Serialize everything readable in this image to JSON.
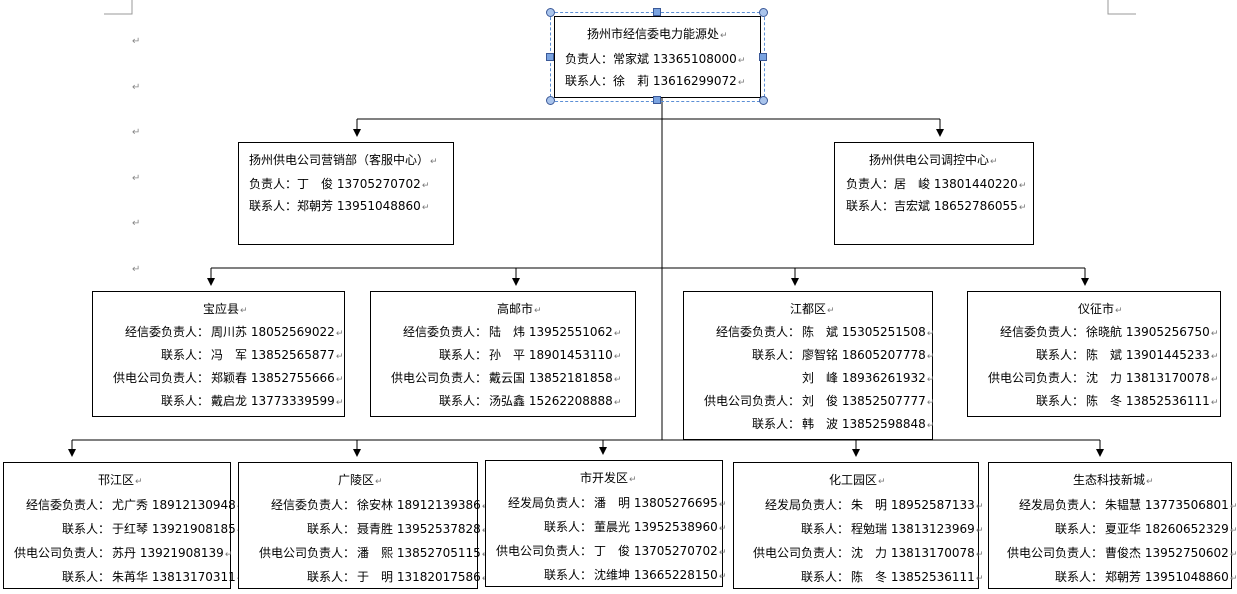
{
  "return_mark": "↵",
  "boxes": {
    "top": {
      "title": "扬州市经信委电力能源处",
      "lines": [
        "负责人：常家斌 13365108000",
        "联系人：徐　莉 13616299072"
      ]
    },
    "marketing": {
      "title": "扬州供电公司营销部（客服中心）",
      "lines": [
        "负责人：丁　俊 13705270702",
        "联系人：郑朝芳 13951048860"
      ]
    },
    "dispatch": {
      "title": "扬州供电公司调控中心",
      "lines": [
        "负责人：居　峻 13801440220",
        "联系人：吉宏斌 18652786055"
      ]
    },
    "baoying": {
      "title": "宝应县",
      "lines": [
        [
          "经信委负责人：",
          "周川苏 18052569022"
        ],
        [
          "联系人：",
          "冯　军 13852565877"
        ],
        [
          "供电公司负责人：",
          "郑颖春 13852755666"
        ],
        [
          "联系人：",
          "戴启龙 13773339599"
        ]
      ]
    },
    "gaoyou": {
      "title": "高邮市",
      "lines": [
        [
          "经信委负责人：",
          "陆　炜 13952551062"
        ],
        [
          "联系人：",
          "孙　平 18901453110"
        ],
        [
          "供电公司负责人：",
          "戴云国 13852181858"
        ],
        [
          "联系人：",
          "汤弘鑫 15262208888"
        ]
      ]
    },
    "jiangdu": {
      "title": "江都区",
      "lines": [
        [
          "经信委负责人：",
          "陈　斌 15305251508"
        ],
        [
          "联系人：",
          "廖智铭 18605207778"
        ],
        [
          "",
          "刘　峰 18936261932"
        ],
        [
          "供电公司负责人：",
          "刘　俊 13852507777"
        ],
        [
          "联系人：",
          "韩　波 13852598848"
        ]
      ]
    },
    "yizheng": {
      "title": "仪征市",
      "lines": [
        [
          "经信委负责人：",
          "徐晓航 13905256750"
        ],
        [
          "联系人：",
          "陈　斌 13901445233"
        ],
        [
          "供电公司负责人：",
          "沈　力 13813170078"
        ],
        [
          "联系人：",
          "陈　冬 13852536111"
        ]
      ]
    },
    "hanjiang": {
      "title": "邗江区",
      "lines": [
        [
          "经信委负责人：",
          "尤广秀 18912130948"
        ],
        [
          "联系人：",
          "于红琴 13921908185"
        ],
        [
          "供电公司负责人：",
          "苏丹 13921908139"
        ],
        [
          "联系人：",
          "朱苒华 13813170311"
        ]
      ]
    },
    "guangling": {
      "title": "广陵区",
      "lines": [
        [
          "经信委负责人：",
          "徐安林 18912139386"
        ],
        [
          "联系人：",
          "聂青胜 13952537828"
        ],
        [
          "供电公司负责人：",
          "潘　熙 13852705115"
        ],
        [
          "联系人：",
          "于　明 13182017586"
        ]
      ]
    },
    "kaifaqu": {
      "title": "市开发区",
      "lines": [
        [
          "经发局负责人：",
          "潘　明 13805276695"
        ],
        [
          "联系人：",
          "董晨光 13952538960"
        ],
        [
          "供电公司负责人：",
          "丁　俊 13705270702"
        ],
        [
          "联系人：",
          "沈维坤 13665228150"
        ]
      ]
    },
    "huagong": {
      "title": "化工园区",
      "lines": [
        [
          "经发局负责人：",
          "朱　明 18952587133"
        ],
        [
          "联系人：",
          "程勉瑞 13813123969"
        ],
        [
          "供电公司负责人：",
          "沈　力 13813170078"
        ],
        [
          "联系人：",
          "陈　冬 13852536111"
        ]
      ]
    },
    "shengtai": {
      "title": "生态科技新城",
      "lines": [
        [
          "经发局负责人：",
          "朱韫慧 13773506801"
        ],
        [
          "联系人：",
          "夏亚华 18260652329"
        ],
        [
          "供电公司负责人：",
          "曹俊杰 13952750602"
        ],
        [
          "联系人：",
          "郑朝芳 13951048860"
        ]
      ]
    }
  }
}
